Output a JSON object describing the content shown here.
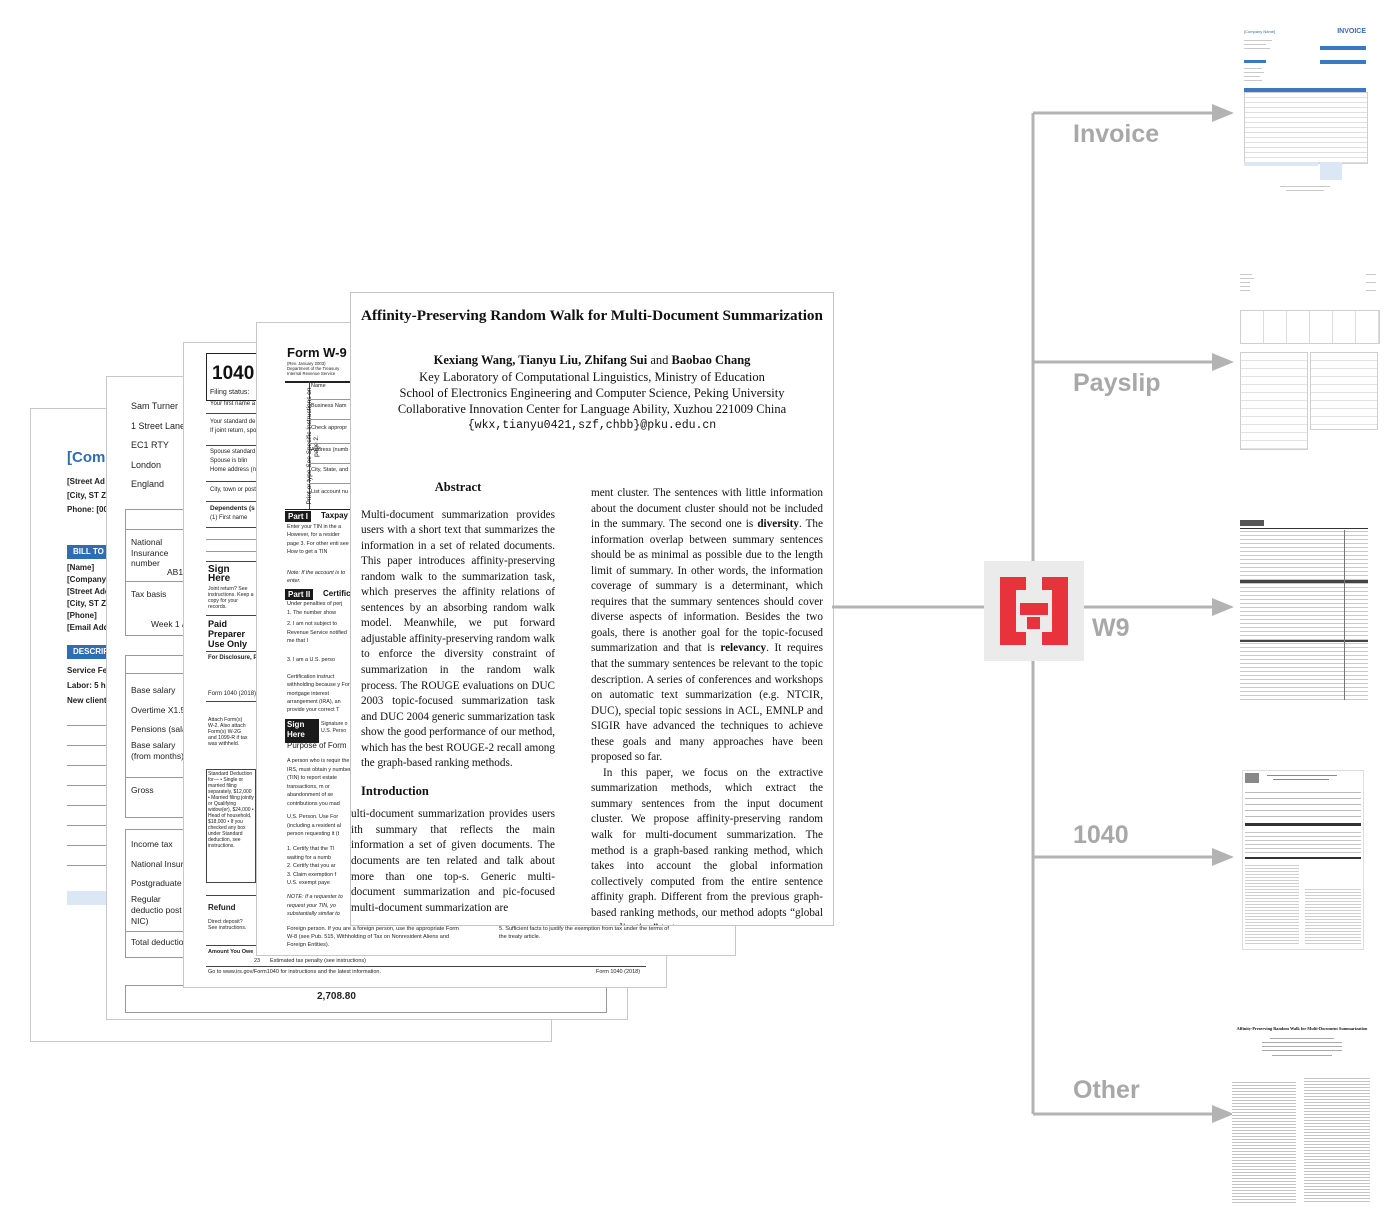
{
  "categories": [
    {
      "label": "Invoice"
    },
    {
      "label": "Payslip"
    },
    {
      "label": "W9"
    },
    {
      "label": "1040"
    },
    {
      "label": "Other"
    }
  ],
  "classifier": {
    "icon": "bracket-logo-icon",
    "color": "#e8323c",
    "bg": "#ebebeb"
  },
  "invoice_doc": {
    "company": "[Com",
    "street": "[Street Ad",
    "city": "[City, ST Z",
    "phone": "Phone: [00",
    "bill_to": "BILL TO",
    "bill_lines": [
      "[Name]",
      "[Company N",
      "[Street Add",
      "[City, ST ZI",
      "[Phone]",
      "[Email Addr"
    ],
    "desc_header": "DESCRIP",
    "desc_lines": [
      "Service Fee",
      "Labor: 5 ho",
      "New client"
    ]
  },
  "payslip_doc": {
    "address": [
      "Sam Turner",
      "1 Street Lane",
      "EC1 RTY",
      "London",
      "England"
    ],
    "ni_label": "National Insurance number",
    "ni_value": "AB12",
    "tax_basis": "Tax basis",
    "week": "Week 1 / M",
    "items": [
      "Base salary",
      "Overtime X1.5 (10",
      "Pensions (salary",
      "Base salary (from months)"
    ],
    "gross": "Gross",
    "deductions": [
      "Income tax",
      "National Insuranc",
      "Postgraduate loa",
      "Regular deductio post NIC)"
    ],
    "total_deductions": "Total deductions",
    "net": "2,708.80"
  },
  "form1040_doc": {
    "form_no": "1040",
    "filing_status": "Filing status:",
    "first_name": "Your first name a",
    "standard": "Your standard de",
    "joint": "If joint return, spo",
    "spouse_std": "Spouse standard d",
    "spouse_blind": "Spouse is blin",
    "home_addr": "Home address (nu",
    "city": "City, town or post",
    "dependents": "Dependents (s",
    "first_name2": "(1) First name",
    "sign": "Sign Here",
    "sign_note": "Joint return? See instructions. Keep a copy for your records.",
    "paid": "Paid Preparer Use Only",
    "disclosure": "For Disclosure, Pr",
    "form_footer": "Form 1040 (2018)",
    "attach": "Attach Form(s) W-2. Also attach Form(s) W-2G and 1099-R if tax was withheld.",
    "std_deduction": "Standard Deduction for— • Single or married filing separately, $12,000 • Married filing jointly or Qualifying widow(er), $24,000 • Head of household, $18,000 • If you checked any box under Standard deduction, see instructions.",
    "refund": "Refund",
    "direct_deposit": "Direct deposit? See instructions.",
    "amount_owe": "Amount You Owe",
    "estimated": "Estimated tax penalty (see instructions)",
    "line23": "23",
    "goto": "Go to www.irs.gov/Form1040 for instructions and the latest information.",
    "footer_form": "Form 1040 (2018)"
  },
  "w9_doc": {
    "form": "Form W-9",
    "rev": "(Rev. January 2003) Department of the Treasury Internal Revenue Service",
    "name": "Name",
    "business": "Business Nam",
    "check": "Check appropr",
    "address": "Address (numb",
    "city": "City, State, and",
    "list": "List account nu",
    "side": "Print or type  See Specific Instructions on page 2.",
    "part1": "Part I",
    "taxpayer": "Taxpay",
    "part1_text": "Enter your TIN in the a However, for a resider page 3. For other enti see How to get a TIN",
    "note": "Note: If the account is to enter.",
    "part2": "Part II",
    "cert": "Certific",
    "penalties": "Under penalties of perj",
    "cert_items": [
      "1.  The number show",
      "2.  I am not subject to Revenue Service notified me that I",
      "3.  I am a U.S. perso"
    ],
    "cert_instr": "Certification instruct withholding because y For mortgage interest arrangement (IRA), an provide your correct T",
    "sign": "Sign Here",
    "sig_of": "Signature o U.S. Perso",
    "purpose": "Purpose of Form",
    "purpose_text": "A person who is requir the IRS, must obtain y number (TIN) to report estate transactions, m or abandonment of se contributions you mad",
    "us_person": "U.S. Person. Use For (including a resident al person requesting it (t",
    "list_items": [
      "1.  Certify that the TI",
      "     waiting for a numb",
      "2.  Certify that you ar",
      "3.  Claim exemption f",
      "     U.S. exempt paye"
    ],
    "note2": "NOTE: If a requester to request your TIN, yo substantially similar to",
    "foreign": "Foreign person. If you are a foreign person, use the appropriate Form W-8 (see Pub. 515, Withholding of Tax on Nonresident Aliens and Foreign Entities).",
    "item5": "5.  Sufficient facts to justify the exemption from tax under the terms of the treaty article."
  },
  "paper": {
    "title": "Affinity-Preserving Random Walk for Multi-Document Summarization",
    "authors": "Kexiang Wang, Tianyu Liu, Zhifang Sui",
    "and": "and",
    "author_last": "Baobao Chang",
    "affil1": "Key Laboratory of Computational Linguistics, Ministry of Education",
    "affil2": "School of Electronics Engineering and Computer Science, Peking University",
    "affil3": "Collaborative Innovation Center for Language Ability, Xuzhou 221009 China",
    "email": "{wkx,tianyu0421,szf,chbb}@pku.edu.cn",
    "abstract_title": "Abstract",
    "abstract": "Multi-document summarization provides users with a short text that summarizes the information in a set of related documents. This paper introduces affinity-preserving random walk to the summarization task, which preserves the affinity relations of sentences by an absorbing random walk model. Meanwhile, we put forward adjustable affinity-preserving random walk to enforce the diversity constraint of summarization in the random walk process. The ROUGE evaluations on DUC 2003 topic-focused summarization task and DUC 2004 generic summarization task show the good performance of our method, which has the best ROUGE-2 recall among the graph-based ranking methods.",
    "intro_title": "Introduction",
    "intro": "ulti-document summarization provides users ith summary that reflects the main information a set of given documents. The documents are ten related and talk about more than one top-s. Generic multi-document summarization and pic-focused multi-document summarization are",
    "right_col_1a": "ment cluster. The sentences with little information about the document cluster should not be included in the summary. The second one is ",
    "diversity": "diversity",
    "right_col_1b": ". The information overlap between summary sentences should be as minimal as possible due to the length limit of summary. In other words, the information coverage of summary is a determinant, which requires that the summary sentences should cover diverse aspects of information. Besides the two goals, there is another goal for the topic-focused summarization and that is ",
    "relevancy": "relevancy",
    "right_col_1c": ". It requires that the summary sentences be relevant to the topic description. A series of conferences and workshops on automatic text summarization (e.g. NTCIR, DUC), special topic sessions in ACL, EMNLP and SIGIR have advanced the techniques to achieve these goals and many approaches have been proposed so far.",
    "right_col_2": "In this paper, we focus on the extractive summarization methods, which extract the summary sentences from the input document cluster. We propose affinity-preserving random walk for multi-document summarization. The method is a graph-based ranking method, which takes into account the global information collectively computed from the entire sentence affinity graph. Different from the previous graph-based ranking methods, our method adopts “global normalization” to trans-"
  },
  "thumbnails": {
    "invoice": {
      "title": "INVOICE",
      "company": "[Company Name]"
    },
    "other_title": "Affinity-Preserving Random Walk for Multi-Document Summarization"
  }
}
